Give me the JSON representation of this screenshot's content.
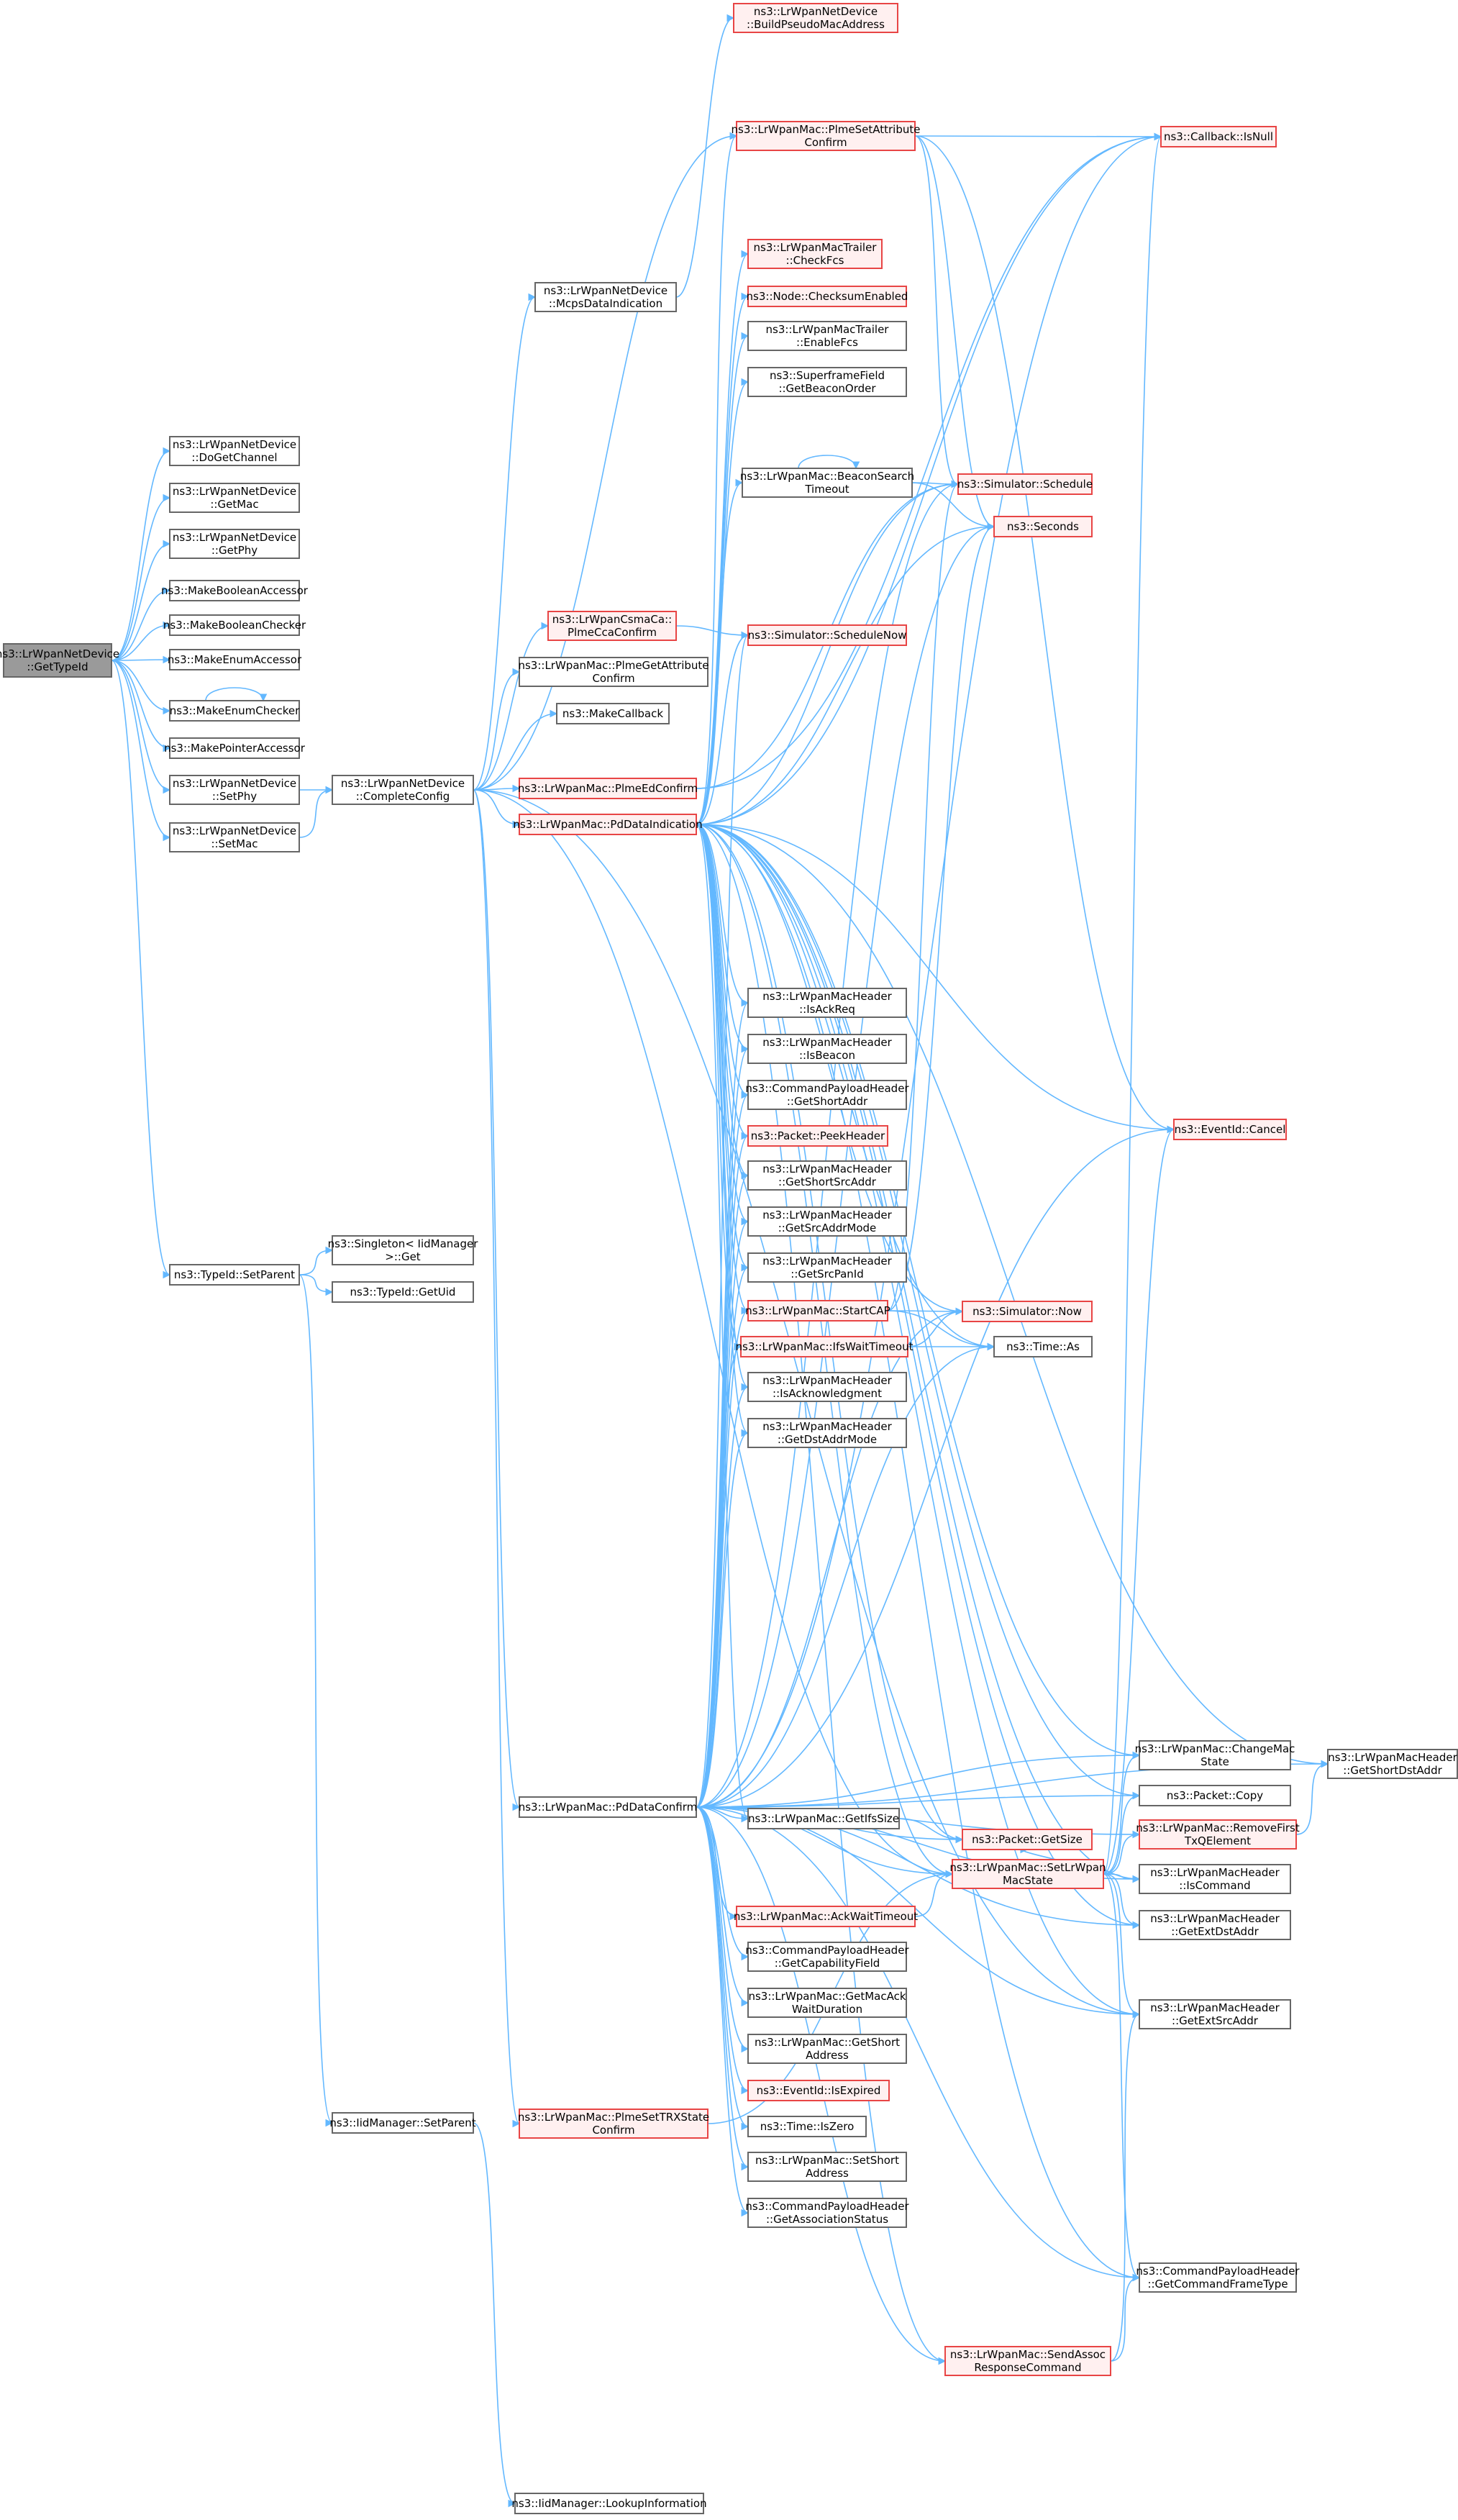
{
  "colors": {
    "edge": "#63b8ff",
    "red_border": "#e84545",
    "red_fill": "#fff0f0",
    "root_fill": "#9a9a9a",
    "border": "#666666"
  },
  "nodes": {
    "gettypeid": {
      "lines": [
        "ns3::LrWpanNetDevice",
        "::GetTypeId"
      ],
      "style": "root"
    },
    "dogetchannel": {
      "lines": [
        "ns3::LrWpanNetDevice",
        "::DoGetChannel"
      ],
      "style": "normal"
    },
    "getmac": {
      "lines": [
        "ns3::LrWpanNetDevice",
        "::GetMac"
      ],
      "style": "normal"
    },
    "getphy": {
      "lines": [
        "ns3::LrWpanNetDevice",
        "::GetPhy"
      ],
      "style": "normal"
    },
    "makebooleanaccessor": {
      "lines": [
        "ns3::MakeBooleanAccessor"
      ],
      "style": "normal"
    },
    "makebooleanchecker": {
      "lines": [
        "ns3::MakeBooleanChecker"
      ],
      "style": "normal"
    },
    "makeenumaccessor": {
      "lines": [
        "ns3::MakeEnumAccessor"
      ],
      "style": "normal"
    },
    "makeenumchecker": {
      "lines": [
        "ns3::MakeEnumChecker"
      ],
      "style": "normal"
    },
    "makepointeraccessor": {
      "lines": [
        "ns3::MakePointerAccessor"
      ],
      "style": "normal"
    },
    "setphy": {
      "lines": [
        "ns3::LrWpanNetDevice",
        "::SetPhy"
      ],
      "style": "normal"
    },
    "setmac": {
      "lines": [
        "ns3::LrWpanNetDevice",
        "::SetMac"
      ],
      "style": "normal"
    },
    "typeidsetparent": {
      "lines": [
        "ns3::TypeId::SetParent"
      ],
      "style": "normal"
    },
    "completeconfig": {
      "lines": [
        "ns3::LrWpanNetDevice",
        "::CompleteConfig"
      ],
      "style": "normal"
    },
    "singletonget": {
      "lines": [
        "ns3::Singleton< IidManager",
        ">::Get"
      ],
      "style": "normal"
    },
    "typeidgetuid": {
      "lines": [
        "ns3::TypeId::GetUid"
      ],
      "style": "normal"
    },
    "iidmanagersetparent": {
      "lines": [
        "ns3::IidManager::SetParent"
      ],
      "style": "normal"
    },
    "lookupinformation": {
      "lines": [
        "ns3::IidManager::LookupInformation"
      ],
      "style": "normal"
    },
    "mcpsdataindication": {
      "lines": [
        "ns3::LrWpanNetDevice",
        "::McpsDataIndication"
      ],
      "style": "normal"
    },
    "buildpseudomac": {
      "lines": [
        "ns3::LrWpanNetDevice",
        "::BuildPseudoMacAddress"
      ],
      "style": "red"
    },
    "plmeccaconfirm": {
      "lines": [
        "ns3::LrWpanCsmaCa::",
        "PlmeCcaConfirm"
      ],
      "style": "red"
    },
    "plmegetattr": {
      "lines": [
        "ns3::LrWpanMac::PlmeGetAttribute",
        "Confirm"
      ],
      "style": "normal"
    },
    "makecallback": {
      "lines": [
        "ns3::MakeCallback"
      ],
      "style": "normal"
    },
    "plmeedconfirm": {
      "lines": [
        "ns3::LrWpanMac::PlmeEdConfirm"
      ],
      "style": "red"
    },
    "pddataindication": {
      "lines": [
        "ns3::LrWpanMac::PdDataIndication"
      ],
      "style": "red"
    },
    "pddataconfirm": {
      "lines": [
        "ns3::LrWpanMac::PdDataConfirm"
      ],
      "style": "normal"
    },
    "plmesettrx": {
      "lines": [
        "ns3::LrWpanMac::PlmeSetTRXState",
        "Confirm"
      ],
      "style": "red"
    },
    "plmesetattr": {
      "lines": [
        "ns3::LrWpanMac::PlmeSetAttribute",
        "Confirm"
      ],
      "style": "red"
    },
    "checkfcs": {
      "lines": [
        "ns3::LrWpanMacTrailer",
        "::CheckFcs"
      ],
      "style": "red"
    },
    "checksumenabled": {
      "lines": [
        "ns3::Node::ChecksumEnabled"
      ],
      "style": "red"
    },
    "enablefcs": {
      "lines": [
        "ns3::LrWpanMacTrailer",
        "::EnableFcs"
      ],
      "style": "normal"
    },
    "getbeaconorder": {
      "lines": [
        "ns3::SuperframeField",
        "::GetBeaconOrder"
      ],
      "style": "normal"
    },
    "beaconsearch": {
      "lines": [
        "ns3::LrWpanMac::BeaconSearch",
        "Timeout"
      ],
      "style": "normal"
    },
    "schedulenow": {
      "lines": [
        "ns3::Simulator::ScheduleNow"
      ],
      "style": "red"
    },
    "isackreq": {
      "lines": [
        "ns3::LrWpanMacHeader",
        "::IsAckReq"
      ],
      "style": "normal"
    },
    "isbeacon": {
      "lines": [
        "ns3::LrWpanMacHeader",
        "::IsBeacon"
      ],
      "style": "normal"
    },
    "cmdgetshortaddr": {
      "lines": [
        "ns3::CommandPayloadHeader",
        "::GetShortAddr"
      ],
      "style": "normal"
    },
    "peekheader": {
      "lines": [
        "ns3::Packet::PeekHeader"
      ],
      "style": "red"
    },
    "getshortsrcaddr": {
      "lines": [
        "ns3::LrWpanMacHeader",
        "::GetShortSrcAddr"
      ],
      "style": "normal"
    },
    "getsrcaddrmode": {
      "lines": [
        "ns3::LrWpanMacHeader",
        "::GetSrcAddrMode"
      ],
      "style": "normal"
    },
    "getsrcpanid": {
      "lines": [
        "ns3::LrWpanMacHeader",
        "::GetSrcPanId"
      ],
      "style": "normal"
    },
    "startcap": {
      "lines": [
        "ns3::LrWpanMac::StartCAP"
      ],
      "style": "red"
    },
    "ifswaittimeout": {
      "lines": [
        "ns3::LrWpanMac::IfsWaitTimeout"
      ],
      "style": "red"
    },
    "isacknowledgment": {
      "lines": [
        "ns3::LrWpanMacHeader",
        "::IsAcknowledgment"
      ],
      "style": "normal"
    },
    "getdstaddrmode": {
      "lines": [
        "ns3::LrWpanMacHeader",
        "::GetDstAddrMode"
      ],
      "style": "normal"
    },
    "getifssize": {
      "lines": [
        "ns3::LrWpanMac::GetIfsSize"
      ],
      "style": "normal"
    },
    "acktimeout": {
      "lines": [
        "ns3::LrWpanMac::AckWaitTimeout"
      ],
      "style": "red"
    },
    "getcapfield": {
      "lines": [
        "ns3::CommandPayloadHeader",
        "::GetCapabilityField"
      ],
      "style": "normal"
    },
    "getmacackwait": {
      "lines": [
        "ns3::LrWpanMac::GetMacAck",
        "WaitDuration"
      ],
      "style": "normal"
    },
    "getshortaddress": {
      "lines": [
        "ns3::LrWpanMac::GetShort",
        "Address"
      ],
      "style": "normal"
    },
    "isexpired": {
      "lines": [
        "ns3::EventId::IsExpired"
      ],
      "style": "red"
    },
    "iszero": {
      "lines": [
        "ns3::Time::IsZero"
      ],
      "style": "normal"
    },
    "setshortaddress": {
      "lines": [
        "ns3::LrWpanMac::SetShort",
        "Address"
      ],
      "style": "normal"
    },
    "getassocstatus": {
      "lines": [
        "ns3::CommandPayloadHeader",
        "::GetAssociationStatus"
      ],
      "style": "normal"
    },
    "callbackisnull": {
      "lines": [
        "ns3::Callback::IsNull"
      ],
      "style": "red"
    },
    "schedule": {
      "lines": [
        "ns3::Simulator::Schedule"
      ],
      "style": "red"
    },
    "seconds": {
      "lines": [
        "ns3::Seconds"
      ],
      "style": "red"
    },
    "eventcancel": {
      "lines": [
        "ns3::EventId::Cancel"
      ],
      "style": "red"
    },
    "simnow": {
      "lines": [
        "ns3::Simulator::Now"
      ],
      "style": "red"
    },
    "timeas": {
      "lines": [
        "ns3::Time::As"
      ],
      "style": "normal"
    },
    "packetgetsize": {
      "lines": [
        "ns3::Packet::GetSize"
      ],
      "style": "red"
    },
    "setlrwpanmacstate": {
      "lines": [
        "ns3::LrWpanMac::SetLrWpan",
        "MacState"
      ],
      "style": "red"
    },
    "sendassoc": {
      "lines": [
        "ns3::LrWpanMac::SendAssoc",
        "ResponseCommand"
      ],
      "style": "red"
    },
    "getshortdstaddr": {
      "lines": [
        "ns3::LrWpanMacHeader",
        "::GetShortDstAddr"
      ],
      "style": "normal"
    },
    "changemacstate": {
      "lines": [
        "ns3::LrWpanMac::ChangeMac",
        "State"
      ],
      "style": "normal"
    },
    "packetcopy": {
      "lines": [
        "ns3::Packet::Copy"
      ],
      "style": "normal"
    },
    "removefirst": {
      "lines": [
        "ns3::LrWpanMac::RemoveFirst",
        "TxQElement"
      ],
      "style": "red"
    },
    "iscommand": {
      "lines": [
        "ns3::LrWpanMacHeader",
        "::IsCommand"
      ],
      "style": "normal"
    },
    "getextdstaddr": {
      "lines": [
        "ns3::LrWpanMacHeader",
        "::GetExtDstAddr"
      ],
      "style": "normal"
    },
    "getextsrcaddr": {
      "lines": [
        "ns3::LrWpanMacHeader",
        "::GetExtSrcAddr"
      ],
      "style": "normal"
    },
    "getcmdframetype": {
      "lines": [
        "ns3::CommandPayloadHeader",
        "::GetCommandFrameType"
      ],
      "style": "normal"
    }
  }
}
